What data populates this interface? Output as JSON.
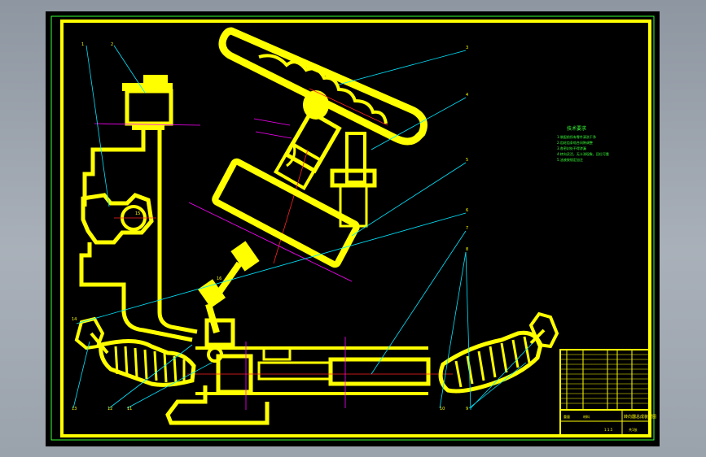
{
  "drawing": {
    "title_block": {
      "drawing_name": "转向器总成装配图",
      "scale": "1:1.5",
      "sheet": "共1张",
      "weight_label": "重量",
      "material_label": "材料"
    },
    "tech_requirements": {
      "heading": "技术要求",
      "items": [
        "1.装配前所有零件清洗干净",
        "2.齿轮齿条啮合间隙调整",
        "3.各密封处不得渗漏",
        "4.转向灵活，无卡滞现象，回位可靠",
        "5.油液按规定加注"
      ]
    },
    "callouts": [
      "1",
      "2",
      "3",
      "4",
      "5",
      "6",
      "7",
      "8",
      "9",
      "10",
      "11",
      "12",
      "13",
      "14",
      "15",
      "16"
    ],
    "colors": {
      "outline": "#ffff00",
      "leader": "#00e5ff",
      "centerline": "#ff00ff",
      "axis": "#ff2222",
      "text": "#39ff39",
      "background": "#000000"
    }
  }
}
